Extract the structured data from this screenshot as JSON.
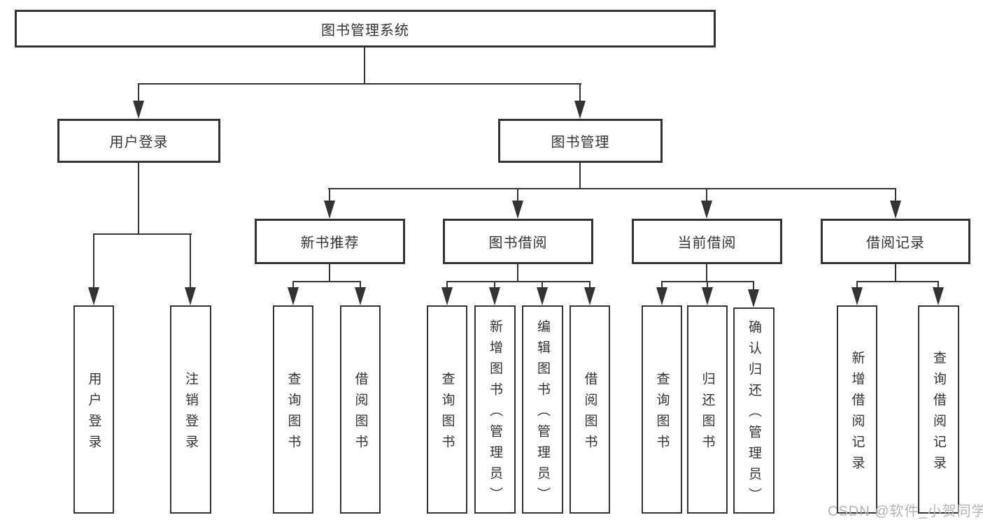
{
  "diagram": {
    "root": {
      "label": "图书管理系统"
    },
    "level2": {
      "user_login": {
        "label": "用户登录"
      },
      "book_mgmt": {
        "label": "图书管理"
      }
    },
    "level3": {
      "new_books": {
        "label": "新书推荐"
      },
      "book_borrow": {
        "label": "图书借阅"
      },
      "current_borrow": {
        "label": "当前借阅"
      },
      "borrow_records": {
        "label": "借阅记录"
      }
    },
    "leaves": {
      "user_login": [
        "用户登录",
        "注销登录"
      ],
      "new_books": [
        "查询图书",
        "借阅图书"
      ],
      "book_borrow": [
        "查询图书",
        "新增图书（管理员）",
        "编辑图书（管理员）",
        "借阅图书"
      ],
      "current_borrow": [
        "查询图书",
        "归还图书",
        "确认归还（管理员）"
      ],
      "borrow_records": [
        "新增借阅记录",
        "查询借阅记录"
      ]
    },
    "watermark": "CSDN @软件_小贺同学",
    "colors": {
      "line": "#333333",
      "text": "#333333",
      "box_background": "#ffffff",
      "page_background": "#ffffff",
      "watermark": "#b3b3b3"
    }
  }
}
